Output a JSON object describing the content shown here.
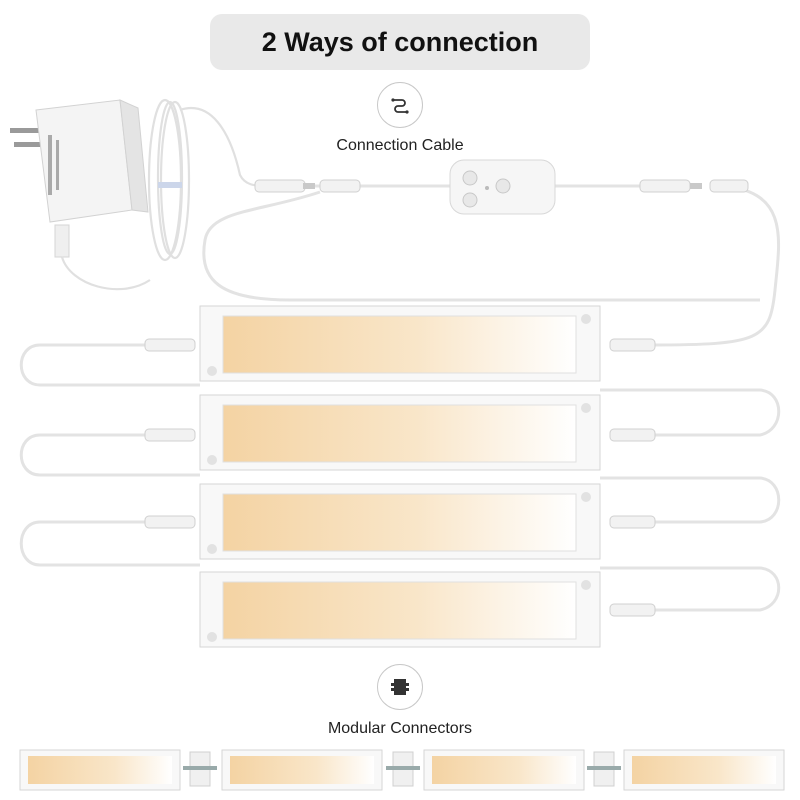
{
  "title": "2 Ways of connection",
  "connection_cable": {
    "label": "Connection Cable",
    "icon": "cable-icon"
  },
  "modular_connectors": {
    "label": "Modular Connectors",
    "icon": "modular-connector-icon"
  },
  "colors": {
    "panel_frame": "#f7f7f7",
    "panel_border": "#d6d6d6",
    "light_warm": "#f6d9ad",
    "light_fade": "#ffffff",
    "cable": "#e2e2e2",
    "title_bg": "#e9e9e9"
  }
}
